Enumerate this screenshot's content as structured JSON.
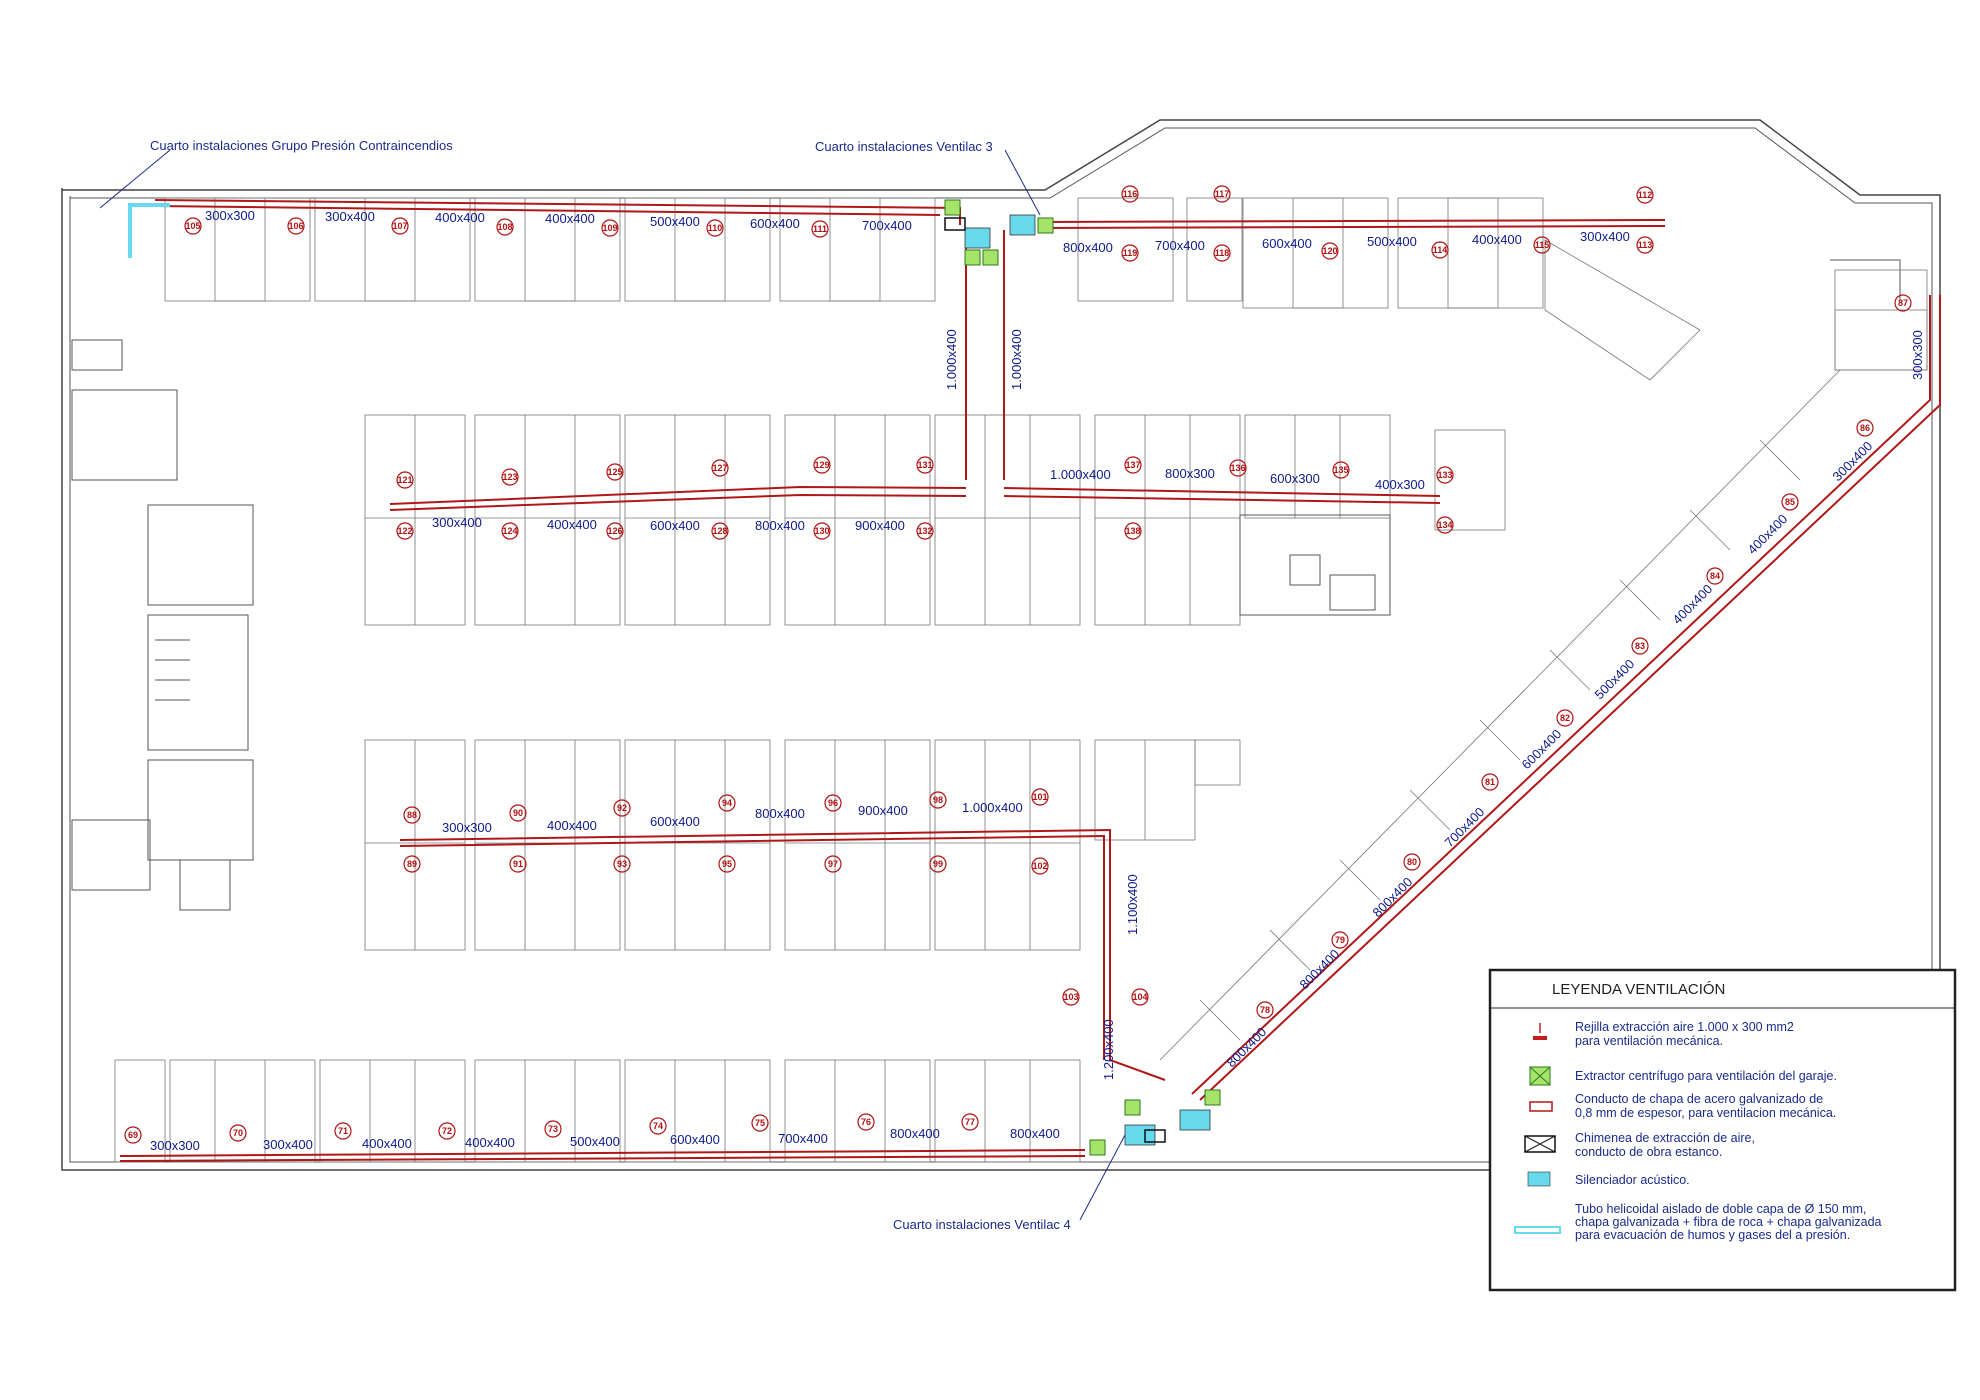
{
  "rooms": {
    "grupo_presion": "Cuarto instalaciones Grupo Presión Contraincendios",
    "ventilac3": "Cuarto instalaciones Ventilac 3",
    "ventilac4": "Cuarto instalaciones Ventilac 4"
  },
  "legend": {
    "title": "LEYENDA VENTILACIÓN",
    "items": [
      {
        "key": "grille",
        "line1": "Rejilla extracción aire 1.000 x 300 mm2",
        "line2": "para ventilación mecánica."
      },
      {
        "key": "extractor",
        "line1": "Extractor centrífugo para ventilación del garaje.",
        "line2": ""
      },
      {
        "key": "duct",
        "line1": "Conducto de chapa de acero galvanizado de",
        "line2": "0,8 mm de espesor, para ventilacion mecánica."
      },
      {
        "key": "chimney",
        "line1": "Chimenea de extracción de aire,",
        "line2": "conducto de obra estanco."
      },
      {
        "key": "silencer",
        "line1": "Silenciador acústico.",
        "line2": ""
      },
      {
        "key": "tube",
        "line1": "Tubo helicoidal aislado de doble capa de Ø 150 mm,",
        "line2": "chapa galvanizada +  fibra de roca + chapa galvanizada",
        "line3": "para evacuación de humos y gases del a presión."
      }
    ]
  },
  "colors": {
    "duct": "#b01818",
    "silencer": "#66d9ec",
    "extractor": "#7ccf3a",
    "text": "#1a2b8c"
  },
  "ducts": {
    "top_row": [
      "300x300",
      "300x400",
      "400x400",
      "400x400",
      "500x400",
      "600x400",
      "700x400",
      "800x400",
      "700x400",
      "600x400",
      "500x400",
      "400x400",
      "300x400"
    ],
    "top_grilles": [
      "105",
      "106",
      "107",
      "108",
      "109",
      "110",
      "111",
      "116",
      "117",
      "118",
      "119",
      "120",
      "114",
      "115",
      "112",
      "113"
    ],
    "riser": [
      "1.000x400",
      "1.000x400"
    ],
    "mid_upper_row": [
      "300x400",
      "400x400",
      "600x400",
      "800x400",
      "900x400",
      "1.000x400",
      "800x300",
      "600x300",
      "400x300"
    ],
    "mid_upper_grilles": [
      "121",
      "122",
      "123",
      "124",
      "125",
      "126",
      "127",
      "128",
      "129",
      "130",
      "131",
      "132",
      "137",
      "138",
      "136",
      "135",
      "133",
      "134"
    ],
    "mid_lower_row": [
      "300x300",
      "400x400",
      "600x400",
      "800x400",
      "900x400",
      "1.000x400",
      "1.100x400",
      "1.200x400"
    ],
    "mid_lower_grilles": [
      "88",
      "89",
      "90",
      "91",
      "92",
      "93",
      "94",
      "95",
      "96",
      "97",
      "98",
      "99",
      "101",
      "102",
      "103",
      "104"
    ],
    "bottom_row": [
      "300x300",
      "300x400",
      "400x400",
      "400x400",
      "500x400",
      "600x400",
      "700x400",
      "800x400",
      "800x400"
    ],
    "bottom_grilles": [
      "69",
      "70",
      "71",
      "72",
      "73",
      "74",
      "75",
      "76",
      "77"
    ],
    "diagonal_row": [
      "800x400",
      "800x400",
      "800x400",
      "700x400",
      "600x400",
      "500x400",
      "400x400",
      "400x400",
      "300x400",
      "300x300"
    ],
    "diagonal_grilles": [
      "78",
      "79",
      "80",
      "81",
      "82",
      "83",
      "84",
      "85",
      "86",
      "87"
    ]
  }
}
